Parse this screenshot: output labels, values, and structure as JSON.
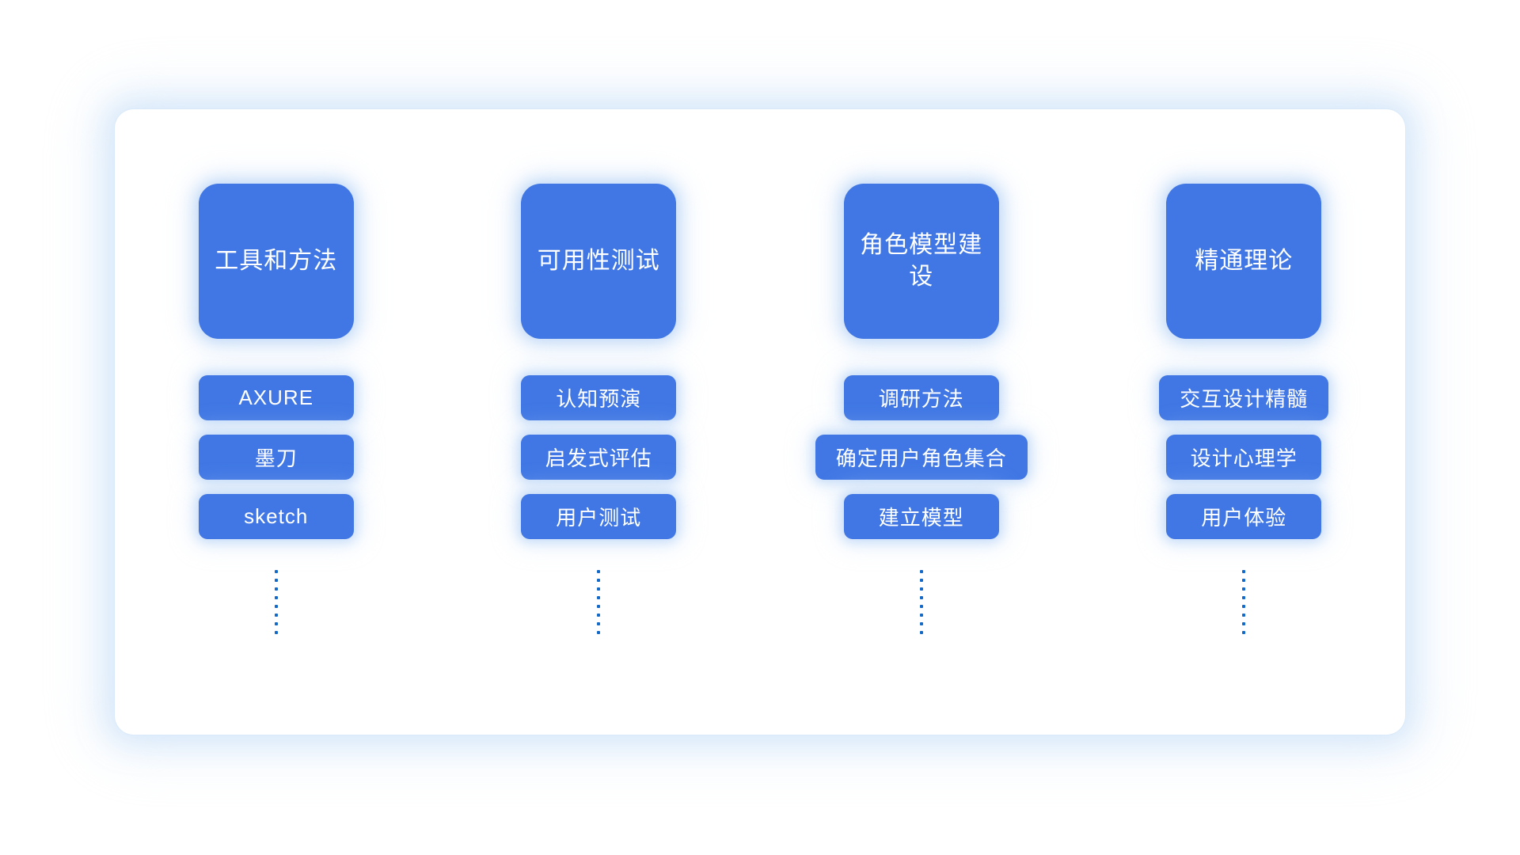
{
  "theme": {
    "canvas_background": "#ffffff",
    "panel_background": "#ffffff",
    "accent_blue": "#4077E4",
    "dot_blue": "#1269C8",
    "glow": "#BED9F7",
    "card_text_color": "#ffffff"
  },
  "panel": {
    "label": "ux-knowledge-panel"
  },
  "columns": [
    {
      "id": "tools-and-methods",
      "header": "工具和方法",
      "items": [
        "AXURE",
        "墨刀",
        "sketch"
      ],
      "more_indicator": "vertical-dotted-line",
      "dot_count": 8
    },
    {
      "id": "usability-testing",
      "header": "可用性测试",
      "items": [
        "认知预演",
        "启发式评估",
        "用户测试"
      ],
      "more_indicator": "vertical-dotted-line",
      "dot_count": 8
    },
    {
      "id": "persona-modeling",
      "header": "角色模型建设",
      "items": [
        "调研方法",
        "确定用户角色集合",
        "建立模型"
      ],
      "more_indicator": "vertical-dotted-line",
      "dot_count": 8
    },
    {
      "id": "theory-mastery",
      "header": "精通理论",
      "items": [
        "交互设计精髓",
        "设计心理学",
        "用户体验"
      ],
      "more_indicator": "vertical-dotted-line",
      "dot_count": 8
    }
  ]
}
